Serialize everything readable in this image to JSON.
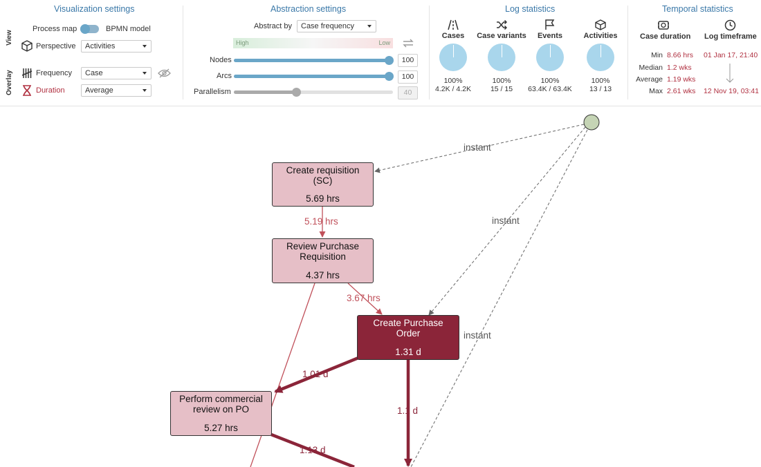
{
  "visualization": {
    "title": "Visualization settings",
    "view_label": "View",
    "overlay_label": "Overlay",
    "process_map_label": "Process map",
    "bpmn_label": "BPMN model",
    "perspective_label": "Perspective",
    "perspective_value": "Activities",
    "frequency_label": "Frequency",
    "frequency_value": "Case",
    "duration_label": "Duration",
    "duration_value": "Average"
  },
  "abstraction": {
    "title": "Abstraction settings",
    "abstract_by_label": "Abstract by",
    "abstract_by_value": "Case frequency",
    "high_label": "High",
    "low_label": "Low",
    "nodes_label": "Nodes",
    "nodes_value": "100",
    "nodes_level": 1.0,
    "arcs_label": "Arcs",
    "arcs_value": "100",
    "arcs_level": 1.0,
    "parallelism_label": "Parallelism",
    "parallelism_value": "40",
    "parallelism_level": 0.4
  },
  "log_stats": {
    "title": "Log statistics",
    "items": [
      {
        "label": "Cases",
        "icon": "road-icon",
        "pct": "100%",
        "value": "4.2K / 4.2K"
      },
      {
        "label": "Case variants",
        "icon": "shuffle-icon",
        "pct": "100%",
        "value": "15 / 15"
      },
      {
        "label": "Events",
        "icon": "flag-icon",
        "pct": "100%",
        "value": "63.4K / 63.4K"
      },
      {
        "label": "Activities",
        "icon": "cube-icon",
        "pct": "100%",
        "value": "13 / 13"
      }
    ]
  },
  "temporal": {
    "title": "Temporal statistics",
    "duration_title": "Case duration",
    "timeframe_title": "Log timeframe",
    "rows": [
      {
        "label": "Min",
        "value": "8.66 hrs"
      },
      {
        "label": "Median",
        "value": "1.2 wks"
      },
      {
        "label": "Average",
        "value": "1.19 wks"
      },
      {
        "label": "Max",
        "value": "2.61 wks"
      }
    ],
    "start": "01 Jan 17, 21:40",
    "end": "12 Nov 19, 03:41"
  },
  "process_map": {
    "nodes": [
      {
        "title": "Create requisition (SC)",
        "value": "5.69 hrs"
      },
      {
        "title": "Review Purchase Requisition",
        "value": "4.37 hrs"
      },
      {
        "title": "Create Purchase Order",
        "value": "1.31 d"
      },
      {
        "title": "Perform commercial review on PO",
        "value": "5.27 hrs"
      }
    ],
    "edges": [
      {
        "label": "instant"
      },
      {
        "label": "instant"
      },
      {
        "label": "instant"
      },
      {
        "label": "5.19 hrs"
      },
      {
        "label": "3.67 hrs"
      },
      {
        "label": "1.01 d"
      },
      {
        "label": "1.1 d"
      },
      {
        "label": "1.13 d"
      }
    ]
  },
  "colors": {
    "accent": "#6aa6c8",
    "node_light": "#e6bfc7",
    "node_dark": "#8b2539",
    "edge_red": "#c0505a",
    "start_node": "#c5d4b5"
  }
}
